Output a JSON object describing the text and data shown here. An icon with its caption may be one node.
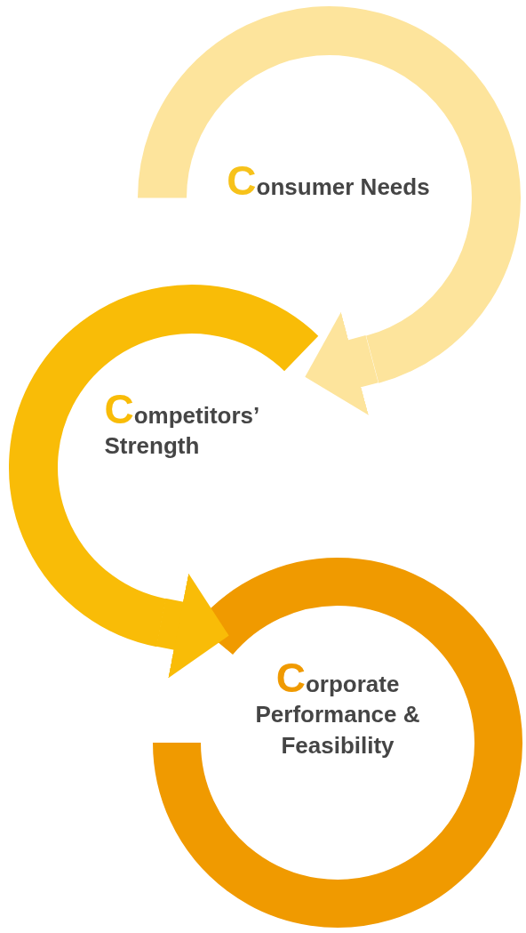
{
  "diagram": {
    "nodes": [
      {
        "text": [
          "Consumer Needs"
        ]
      },
      {
        "text": [
          "Competitors’ Strength"
        ]
      },
      {
        "text": [
          "Corporate Performance & Feasibility"
        ]
      }
    ],
    "edges": [
      {
        "from": 0,
        "to": 1,
        "arrow": "to",
        "color": "#fde49c"
      },
      {
        "from": 1,
        "to": 2,
        "arrow": "to",
        "color": "#f9bc07"
      }
    ]
  }
}
